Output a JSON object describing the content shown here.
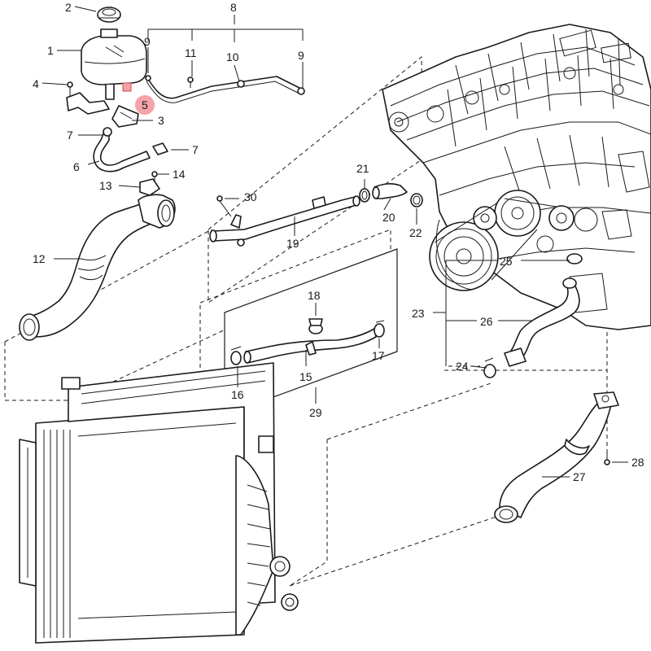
{
  "callouts": [
    {
      "id": "c1",
      "label": "1"
    },
    {
      "id": "c2",
      "label": "2"
    },
    {
      "id": "c3",
      "label": "3"
    },
    {
      "id": "c4",
      "label": "4"
    },
    {
      "id": "c5",
      "label": "5"
    },
    {
      "id": "c6",
      "label": "6"
    },
    {
      "id": "c7a",
      "label": "7"
    },
    {
      "id": "c7b",
      "label": "7"
    },
    {
      "id": "c8",
      "label": "8"
    },
    {
      "id": "c9a",
      "label": "9"
    },
    {
      "id": "c9b",
      "label": "9"
    },
    {
      "id": "c10",
      "label": "10"
    },
    {
      "id": "c11",
      "label": "11"
    },
    {
      "id": "c12",
      "label": "12"
    },
    {
      "id": "c13",
      "label": "13"
    },
    {
      "id": "c14",
      "label": "14"
    },
    {
      "id": "c15",
      "label": "15"
    },
    {
      "id": "c16",
      "label": "16"
    },
    {
      "id": "c17",
      "label": "17"
    },
    {
      "id": "c18",
      "label": "18"
    },
    {
      "id": "c19",
      "label": "19"
    },
    {
      "id": "c20",
      "label": "20"
    },
    {
      "id": "c21",
      "label": "21"
    },
    {
      "id": "c22",
      "label": "22"
    },
    {
      "id": "c23",
      "label": "23"
    },
    {
      "id": "c24",
      "label": "24"
    },
    {
      "id": "c25",
      "label": "25"
    },
    {
      "id": "c26",
      "label": "26"
    },
    {
      "id": "c27",
      "label": "27"
    },
    {
      "id": "c28",
      "label": "28"
    },
    {
      "id": "c29",
      "label": "29"
    },
    {
      "id": "c30",
      "label": "30"
    }
  ],
  "highlight": {
    "callout": "c5",
    "color": "#f4a3a8"
  },
  "colors": {
    "line": "#1a1a1a",
    "background": "#ffffff"
  }
}
